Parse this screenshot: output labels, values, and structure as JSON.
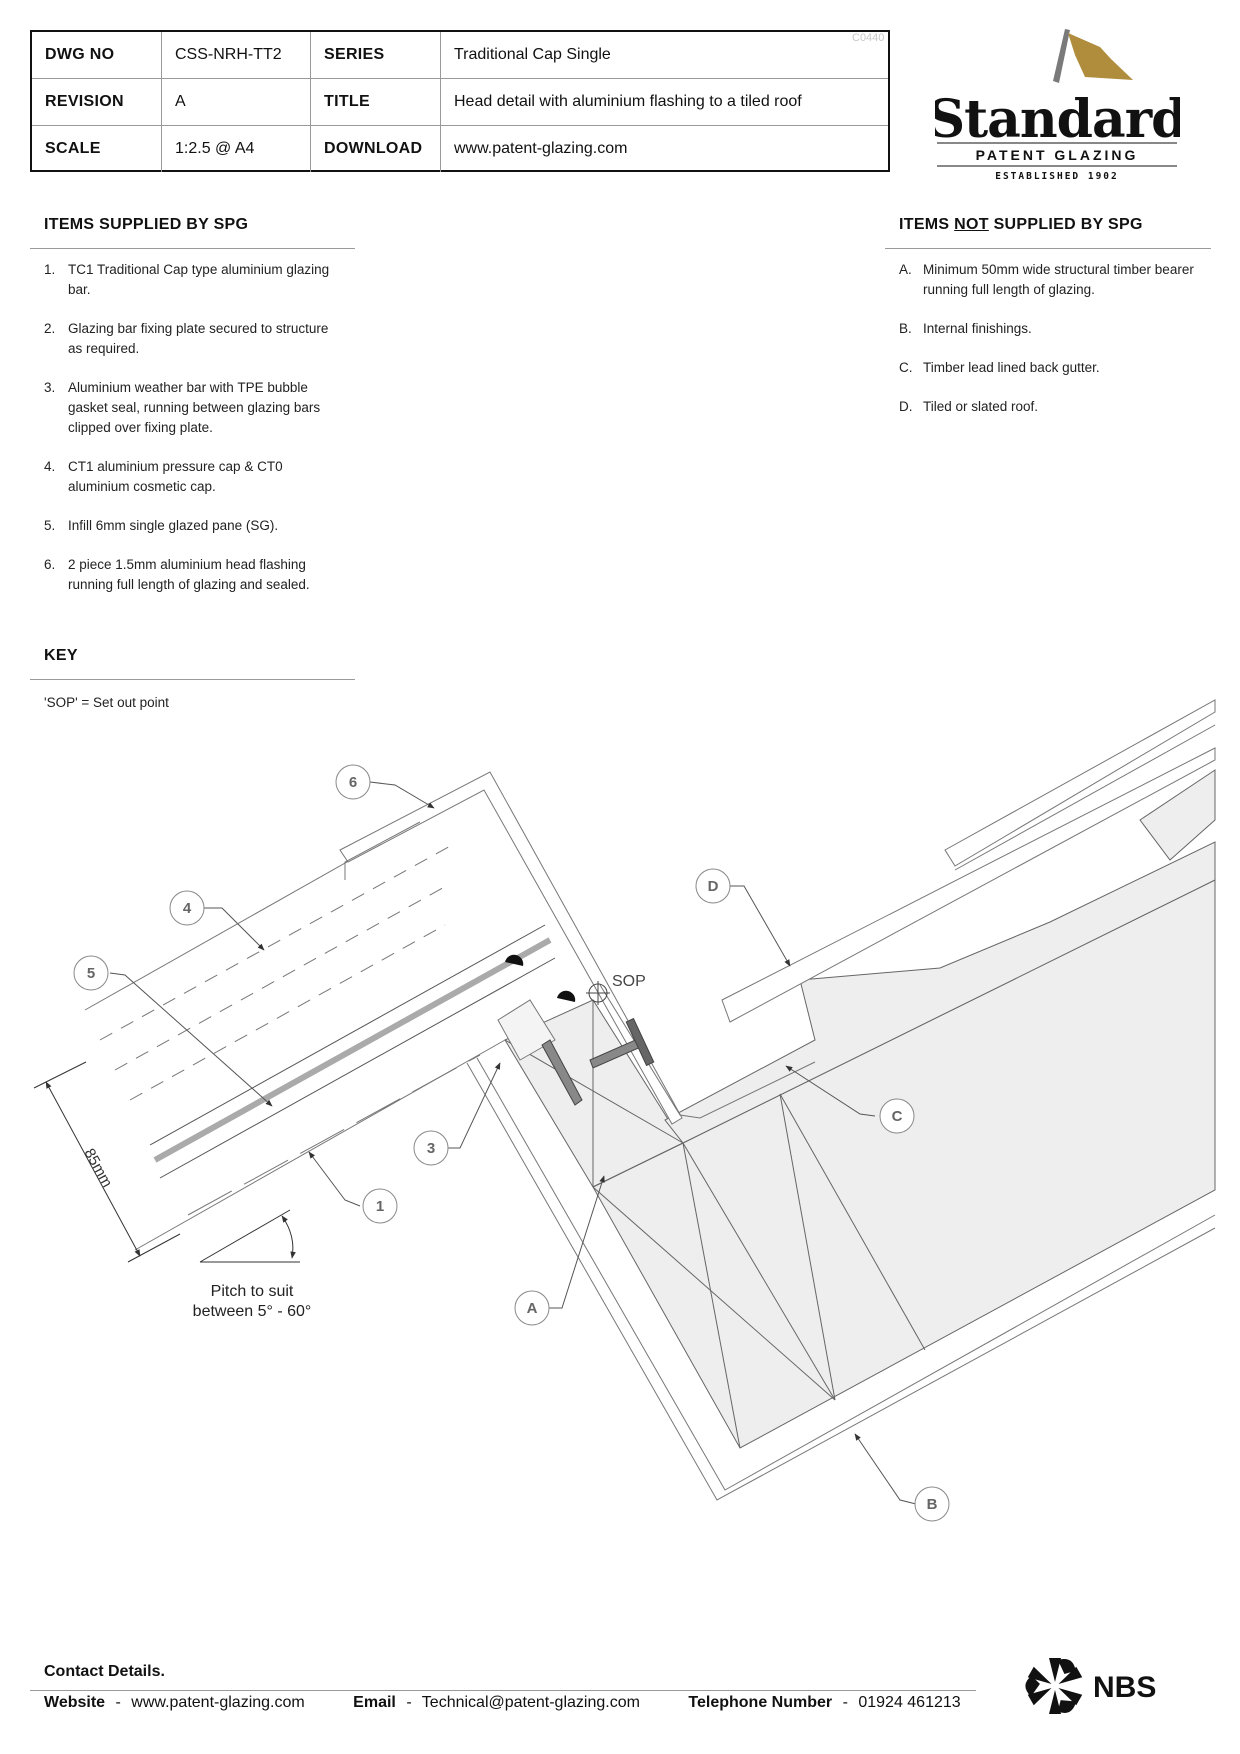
{
  "titleblock": {
    "dwg_no_label": "DWG NO",
    "dwg_no": "CSS-NRH-TT2",
    "series_label": "SERIES",
    "series": "Traditional Cap Single",
    "revision_label": "REVISION",
    "revision": "A",
    "title_label": "TITLE",
    "title": "Head detail with aluminium flashing to a tiled roof",
    "scale_label": "SCALE",
    "scale": "1:2.5 @ A4",
    "download_label": "DOWNLOAD",
    "download": "www.patent-glazing.com",
    "doc_ref": "C0440"
  },
  "logo": {
    "brand": "Standard",
    "sub": "PATENT GLAZING",
    "established": "ESTABLISHED 1902",
    "flag_color": "#b08d3c"
  },
  "supplied": {
    "heading": "ITEMS SUPPLIED BY SPG",
    "items": [
      {
        "marker": "1.",
        "text": "TC1 Traditional Cap type aluminium glazing bar."
      },
      {
        "marker": "2.",
        "text": "Glazing bar fixing plate secured to structure as required."
      },
      {
        "marker": "3.",
        "text": "Aluminium weather bar with TPE bubble gasket seal, running between glazing bars clipped over fixing plate."
      },
      {
        "marker": "4.",
        "text": "CT1 aluminium pressure cap & CT0 aluminium cosmetic cap."
      },
      {
        "marker": "5.",
        "text": "Infill 6mm single glazed pane (SG)."
      },
      {
        "marker": "6.",
        "text": "2 piece 1.5mm aluminium head flashing running full length of glazing and sealed."
      }
    ]
  },
  "not_supplied": {
    "heading_pre": "ITEMS ",
    "heading_not": "NOT",
    "heading_post": " SUPPLIED BY SPG",
    "items": [
      {
        "marker": "A.",
        "text": "Minimum 50mm wide structural timber bearer running full length of glazing."
      },
      {
        "marker": "B.",
        "text": "Internal finishings."
      },
      {
        "marker": "C.",
        "text": "Timber lead lined back gutter."
      },
      {
        "marker": "D.",
        "text": "Tiled or slated roof."
      }
    ]
  },
  "key": {
    "heading": "KEY",
    "text": "'SOP' = Set out point"
  },
  "drawing": {
    "sop_label": "SOP",
    "dimension": "85mm",
    "pitch_line1": "Pitch to suit",
    "pitch_line2": "between 5° - 60°",
    "callouts": [
      "6",
      "4",
      "5",
      "3",
      "1",
      "A",
      "D",
      "C",
      "B"
    ]
  },
  "contact": {
    "heading": "Contact Details.",
    "website_label": "Website",
    "website": "www.patent-glazing.com",
    "email_label": "Email",
    "email": "Technical@patent-glazing.com",
    "phone_label": "Telephone Number",
    "phone": "01924 461213",
    "separator": "-"
  },
  "nbs": {
    "text": "NBS"
  }
}
